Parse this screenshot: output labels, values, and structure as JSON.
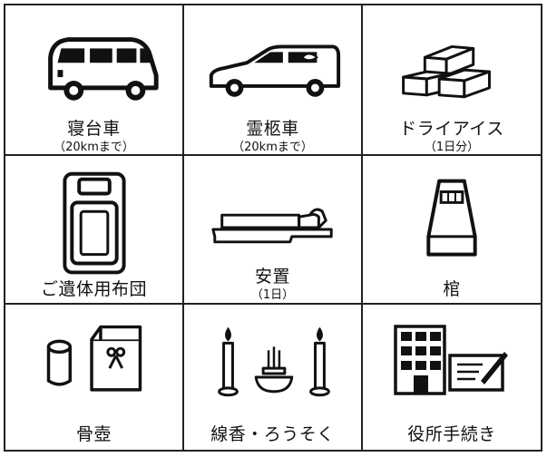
{
  "items": [
    {
      "label": "寝台車",
      "sub": "（20kmまで）",
      "icon": "van-icon"
    },
    {
      "label": "霊柩車",
      "sub": "（20kmまで）",
      "icon": "hearse-icon"
    },
    {
      "label": "ドライアイス",
      "sub": "（1日分）",
      "icon": "dry-ice-icon"
    },
    {
      "label": "ご遺体用布団",
      "sub": "",
      "icon": "futon-icon"
    },
    {
      "label": "安置",
      "sub": "（1日）",
      "icon": "mortuary-bed-icon"
    },
    {
      "label": "棺",
      "sub": "",
      "icon": "coffin-icon"
    },
    {
      "label": "骨壺",
      "sub": "",
      "icon": "urn-icon"
    },
    {
      "label": "線香・ろうそく",
      "sub": "",
      "icon": "incense-candle-icon"
    },
    {
      "label": "役所手続き",
      "sub": "",
      "icon": "city-hall-paperwork-icon"
    }
  ]
}
